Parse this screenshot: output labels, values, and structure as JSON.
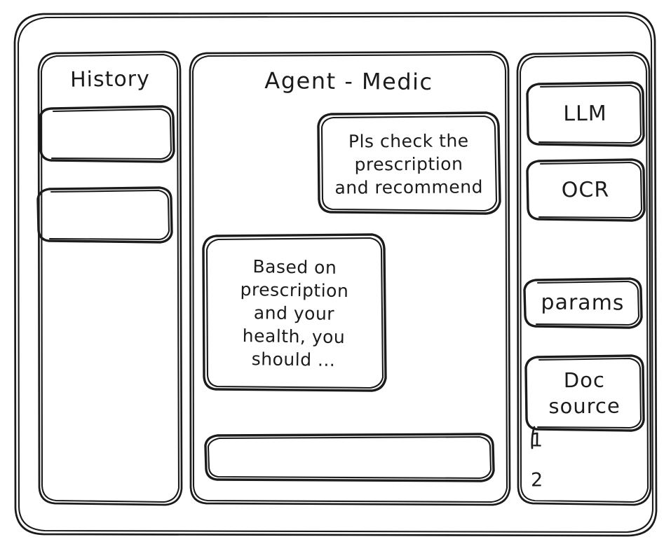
{
  "app": {
    "style": "hand-drawn-wireframe",
    "ink_color": "#1b1b1b",
    "background_color": "#ffffff"
  },
  "window": {
    "name": "agent-chat-wireframe"
  },
  "sidebar_left": {
    "title": "History",
    "items": [
      {
        "label": ""
      },
      {
        "label": ""
      }
    ]
  },
  "main": {
    "title": "Agent - Medic",
    "messages": [
      {
        "role": "user",
        "align": "right",
        "text": "Pls check the\nprescription\nand recommend",
        "lines": [
          "Pls check the",
          "prescription",
          "and recommend"
        ]
      },
      {
        "role": "assistant",
        "align": "left",
        "text": "Based on\nprescription\nand your\nhealth, you\nshould ...",
        "lines": [
          "Based on",
          "prescription",
          "and your",
          "health, you",
          "should ..."
        ]
      }
    ],
    "composer": {
      "value": "",
      "placeholder": ""
    }
  },
  "sidebar_right": {
    "cards": [
      {
        "label": "LLM",
        "lines": [
          "LLM"
        ]
      },
      {
        "label": "OCR",
        "lines": [
          "OCR"
        ]
      },
      {
        "label": "params",
        "lines": [
          "params"
        ]
      },
      {
        "label": "Doc source",
        "lines": [
          "Doc",
          "source"
        ]
      }
    ],
    "doc_list": [
      {
        "label": "1"
      },
      {
        "label": "2"
      }
    ]
  }
}
